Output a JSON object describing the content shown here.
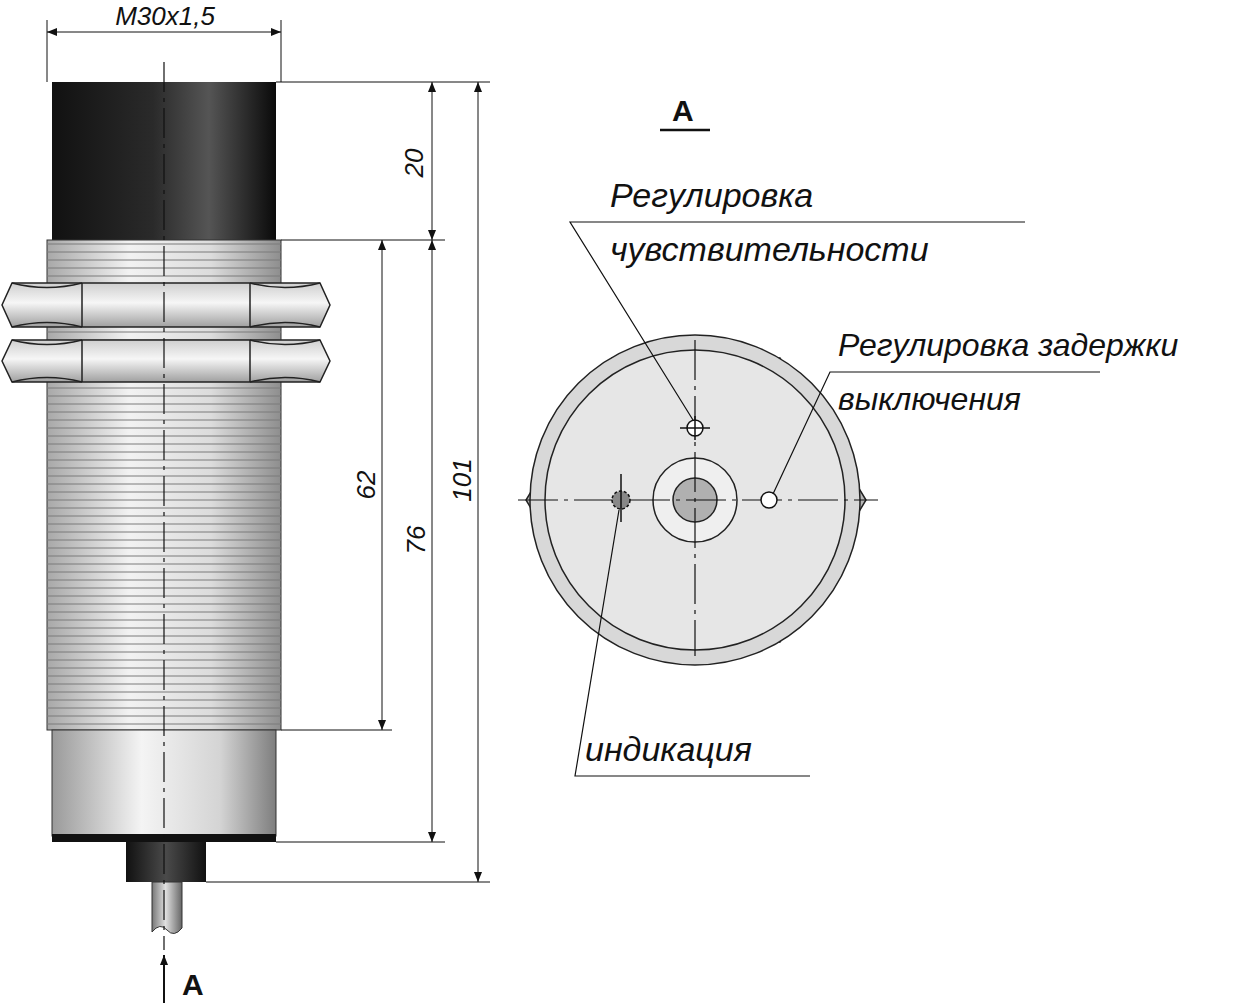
{
  "diagram": {
    "labels": [
      "M30x1,5",
      "20",
      "62",
      "76",
      "101",
      "A",
      "Регулировка чувствительности",
      "Регулировка задержки выключения",
      "индикация",
      "A"
    ]
  }
}
